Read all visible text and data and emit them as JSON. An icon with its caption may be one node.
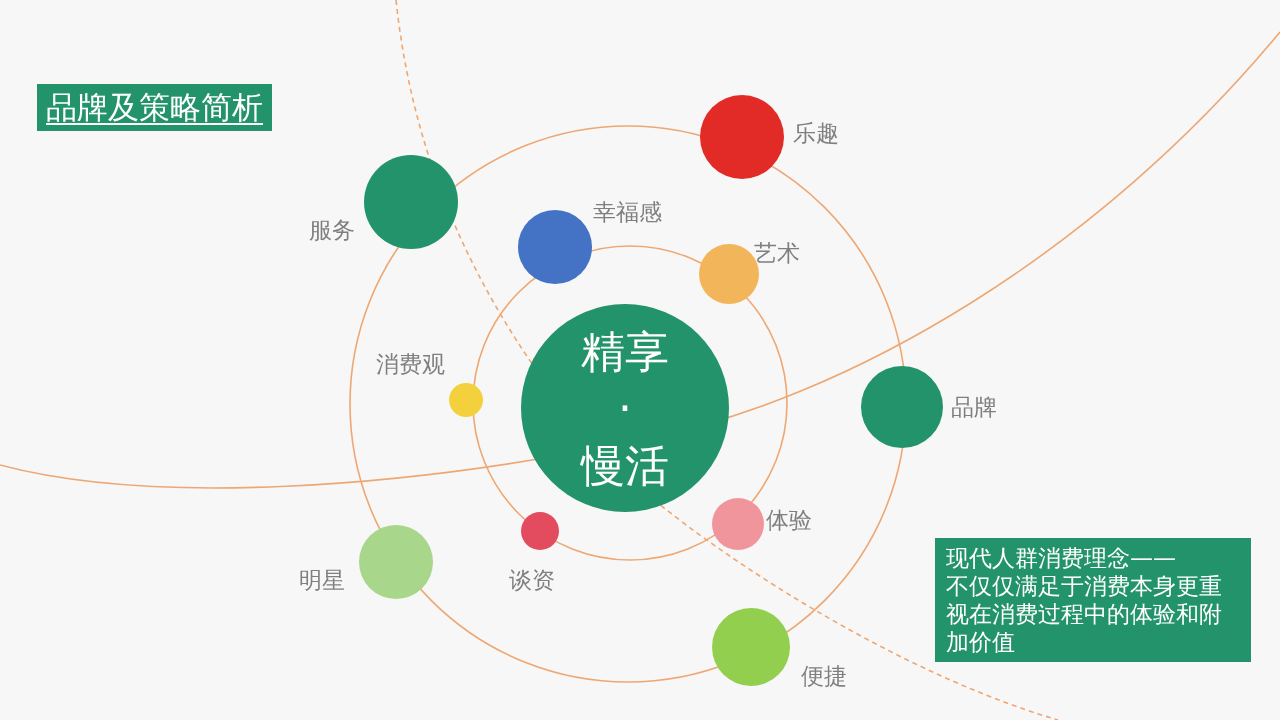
{
  "diagram": {
    "title": "品牌及策略简析",
    "nodes": [
      {
        "text": [
          "精享·慢活"
        ]
      },
      {
        "text": [],
        "shape": "circle",
        "beside": [
          "乐趣"
        ]
      },
      {
        "text": [],
        "shape": "circle",
        "beside": [
          "服务"
        ]
      },
      {
        "text": [],
        "shape": "circle",
        "beside": [
          "幸福感"
        ]
      },
      {
        "text": [],
        "shape": "circle",
        "beside": [
          "艺术"
        ]
      },
      {
        "text": [],
        "shape": "circle",
        "beside": [
          "消费观"
        ]
      },
      {
        "text": [],
        "shape": "circle",
        "beside": [
          "品牌"
        ]
      },
      {
        "text": [],
        "shape": "circle",
        "beside": [
          "体验"
        ]
      },
      {
        "text": [],
        "shape": "circle",
        "beside": [
          "谈资"
        ]
      },
      {
        "text": [],
        "shape": "circle",
        "beside": [
          "明星"
        ]
      },
      {
        "text": [],
        "shape": "circle",
        "beside": [
          "便捷"
        ]
      },
      {
        "text": [
          "现代人群消费理念——",
          "不仅仅满足于消费本身更重视在消费过程中的体验和附加价值"
        ]
      }
    ]
  }
}
